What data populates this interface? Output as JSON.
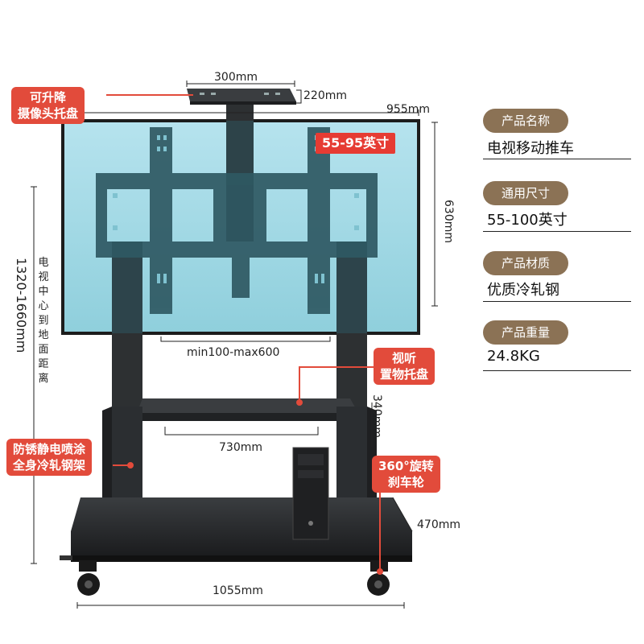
{
  "dimensions": {
    "top_width": "300mm",
    "top_depth": "220mm",
    "tv_width": "955mm",
    "tv_height": "630mm",
    "bracket_range": "min100-max600",
    "shelf_width": "730mm",
    "shelf_gap": "340mm",
    "base_depth": "470mm",
    "base_width": "1055mm",
    "center_height": "1320-1660mm"
  },
  "callouts": {
    "camera_tray": [
      "可升降",
      "摄像头托盘"
    ],
    "av_tray": [
      "视听",
      "置物托盘"
    ],
    "frame": [
      "防锈静电喷涂",
      "全身冷轧钢架"
    ],
    "wheels": [
      "360°旋转",
      "刹车轮"
    ],
    "size_tag": "55-95英寸",
    "center_label_chars": [
      "电",
      "视",
      "中",
      "心",
      "到",
      "地",
      "面",
      "距",
      "离"
    ]
  },
  "specs": [
    {
      "label": "产品名称",
      "value": "电视移动推车"
    },
    {
      "label": "通用尺寸",
      "value": "55-100英寸"
    },
    {
      "label": "产品材质",
      "value": "优质冷轧钢"
    },
    {
      "label": "产品重量",
      "value": "24.8KG"
    }
  ],
  "colors": {
    "accent_red": "#e24b3b",
    "spec_label_bg": "#8b7255",
    "screen_teal": "#9dd6e4",
    "steel_dark": "#2b2e31"
  }
}
